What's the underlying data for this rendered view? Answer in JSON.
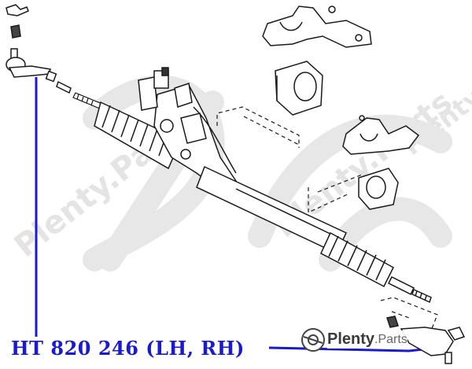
{
  "part_label": "HT 820 246 (LH, RH)",
  "logo": {
    "brand": "Plenty",
    "tld": ".Parts"
  },
  "watermarks": [
    "Plenty.Parts",
    "Plenty.Parts",
    "Plenty.P"
  ],
  "colors": {
    "accent": "#1a1ad0",
    "line": "#1a1a1a",
    "watermark": "#e4e4e4"
  }
}
